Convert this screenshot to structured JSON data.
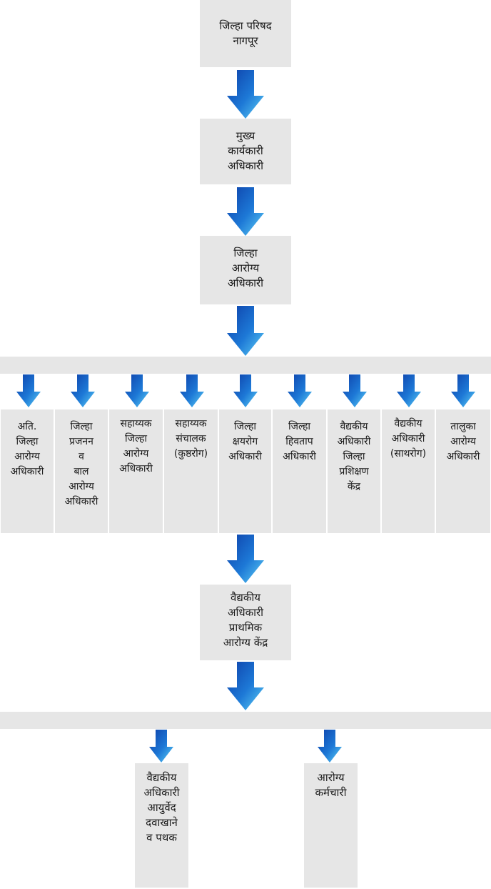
{
  "top_boxes": [
    {
      "id": "zilla-parishad",
      "lines": [
        "जिल्हा परिषद",
        "नागपूर"
      ]
    },
    {
      "id": "ceo",
      "lines": [
        "मुख्य",
        "कार्यकारी",
        "अधिकारी"
      ]
    },
    {
      "id": "dho",
      "lines": [
        "जिल्हा",
        "आरोग्य",
        "अधिकारी"
      ]
    }
  ],
  "officers": [
    {
      "lines": [
        "अति.",
        "जिल्हा",
        "आरोग्य",
        "अधिकारी"
      ]
    },
    {
      "lines": [
        "जिल्हा",
        "प्रजनन",
        "व",
        "बाल",
        "आरोग्य",
        "अधिकारी"
      ]
    },
    {
      "lines": [
        "सहाय्यक",
        "जिल्हा",
        "आरोग्य",
        "अधिकारी"
      ]
    },
    {
      "lines": [
        "सहाय्यक",
        "संचालक",
        "(कुष्ठरोग)"
      ]
    },
    {
      "lines": [
        "जिल्हा",
        "क्षयरोग",
        "अधिकारी"
      ]
    },
    {
      "lines": [
        "जिल्हा",
        "हिवताप",
        "अधिकारी"
      ]
    },
    {
      "lines": [
        "वैद्यकीय",
        "अधिकारी",
        "जिल्हा",
        "प्रशिक्षण",
        "केंद्र"
      ]
    },
    {
      "lines": [
        "वैद्यकीय",
        "अधिकारी",
        "(साथरोग)"
      ]
    },
    {
      "lines": [
        "तालुका",
        "आरोग्य",
        "अधिकारी"
      ]
    }
  ],
  "phc_box": {
    "lines": [
      "वैद्यकीय",
      "अधिकारी",
      "प्राथमिक",
      "आरोग्य केंद्र"
    ]
  },
  "bottom_boxes": [
    {
      "id": "ayurved",
      "lines": [
        "वैद्यकीय",
        "अधिकारी",
        "आयुर्वेद",
        "दवाखाने",
        "व पथक"
      ]
    },
    {
      "id": "health-staff",
      "lines": [
        "आरोग्य",
        "कर्मचारी"
      ]
    }
  ]
}
